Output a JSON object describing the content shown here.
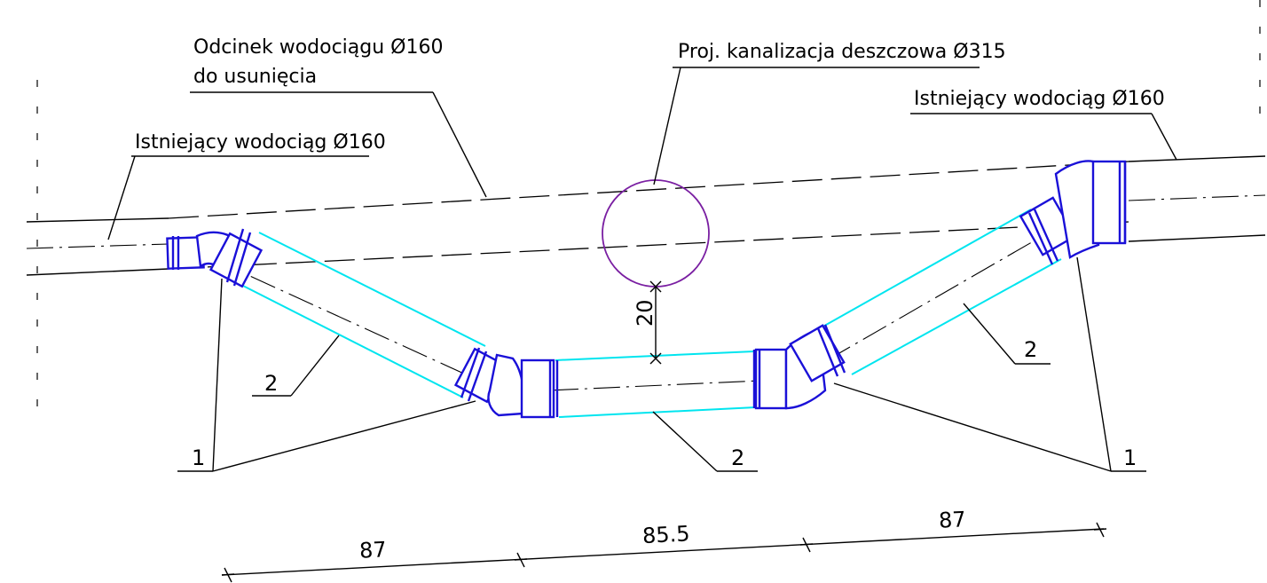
{
  "labels": {
    "remove_line1": "Odcinek wodociągu Ø160",
    "remove_line2": "do usunięcia",
    "rain_sewer": "Proj. kanalizacja deszczowa Ø315",
    "existing_left": "Istniejący wodociąg Ø160",
    "existing_right": "Istniejący wodociąg Ø160"
  },
  "callouts": {
    "pipe_left": "2",
    "pipe_middle": "2",
    "pipe_right": "2",
    "fittings_left": "1",
    "fittings_right": "1"
  },
  "dimensions": {
    "clearance": "20",
    "segment_1": "87",
    "segment_2": "85.5",
    "segment_3": "87"
  },
  "colors": {
    "new_pipe": "#00e5ef",
    "fittings": "#1a10d8",
    "rain_sewer": "#7a1fa2",
    "linework": "#000000"
  }
}
